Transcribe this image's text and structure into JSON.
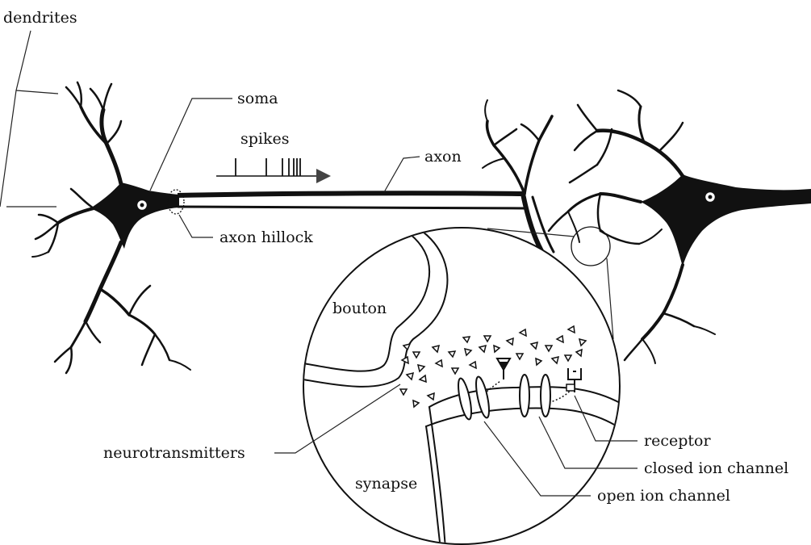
{
  "labels": {
    "dendrites": "dendrites",
    "soma": "soma",
    "spikes": "spikes",
    "axon": "axon",
    "axon_hillock": "axon hillock",
    "bouton": "bouton",
    "neurotransmitters": "neurotransmitters",
    "synapse": "synapse",
    "receptor": "receptor",
    "closed_ion_channel": "closed ion channel",
    "open_ion_channel": "open ion channel"
  },
  "colors": {
    "ink": "#111111",
    "background": "#ffffff"
  }
}
